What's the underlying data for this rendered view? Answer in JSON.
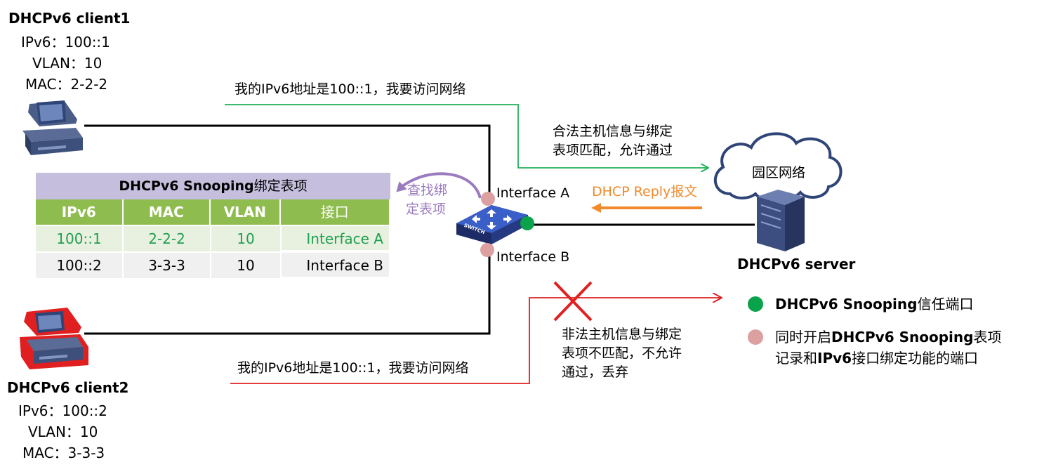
{
  "client1": {
    "title": "DHCPv6 client1",
    "ipv6": "IPv6：100::1",
    "vlan": "VLAN：10",
    "mac": "MAC：2-2-2"
  },
  "client2": {
    "title": "DHCPv6 client2",
    "ipv6": "IPv6：100::2",
    "vlan": "VLAN：10",
    "mac": "MAC：3-3-3"
  },
  "messages": {
    "client1_request": "我的IPv6地址是100::1，我要访问网络",
    "client2_request": "我的IPv6地址是100::1，我要访问网络",
    "legal_match": [
      "合法主机信息与绑定",
      "表项匹配，允许通过"
    ],
    "illegal_mismatch": [
      "非法主机信息与绑定",
      "表项不匹配，不允许",
      "通过，丢弃"
    ],
    "lookup": [
      "查找绑",
      "定表项"
    ],
    "dhcp_reply": "DHCP Reply报文"
  },
  "labels": {
    "interface_a": "Interface A",
    "interface_b": "Interface B",
    "campus_network": "园区网络",
    "server": "DHCPv6 server",
    "switch_text": "SWITCH"
  },
  "binding_table": {
    "caption_bold": "DHCPv6 Snooping",
    "caption_rest": "绑定表项",
    "columns": [
      "IPv6",
      "MAC",
      "VLAN",
      "接口"
    ],
    "rows": [
      [
        "100::1",
        "2-2-2",
        "10",
        "Interface A"
      ],
      [
        "100::2",
        "3-3-3",
        "10",
        "Interface B"
      ]
    ]
  },
  "legend": {
    "trusted_bold": "DHCPv6 Snooping",
    "trusted_rest": "信任端口",
    "both_pre": "同时开启",
    "both_bold": "DHCPv6 Snooping",
    "both_mid": "表项",
    "both_line2_pre": "记录和",
    "both_line2_bold": "IPv6",
    "both_line2_rest": "接口绑定功能的端口"
  },
  "colors": {
    "green_line": "#22b05a",
    "red_line": "#e02020",
    "orange_arrow": "#f08a2a",
    "purple_arrow": "#9b7bbf",
    "trusted_port": "#0aa24a",
    "binding_port": "#dca0a0",
    "table_header": "#8fbc4f",
    "table_caption": "#c5bfdd"
  }
}
